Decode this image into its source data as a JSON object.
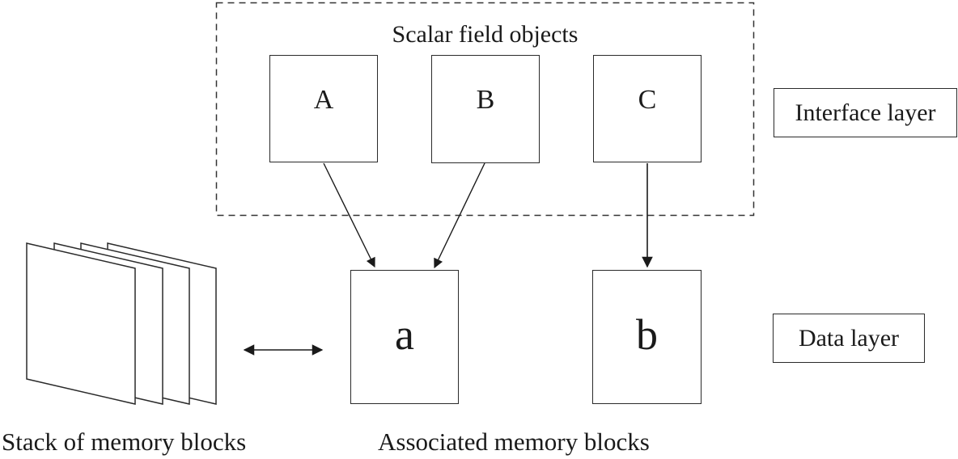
{
  "diagram": {
    "title": "Scalar field objects",
    "colors": {
      "line": "#1a1a1a",
      "border": "#2a2a2a",
      "background": "#ffffff"
    },
    "interface_layer": {
      "label": "Interface layer",
      "objects": [
        {
          "label": "A"
        },
        {
          "label": "B"
        },
        {
          "label": "C"
        }
      ]
    },
    "data_layer": {
      "label": "Data layer",
      "blocks": [
        {
          "label": "a"
        },
        {
          "label": "b"
        }
      ]
    },
    "captions": {
      "stack": "Stack of memory blocks",
      "associated": "Associated memory blocks"
    },
    "stack": {
      "sheet_count": 4
    },
    "connections": [
      {
        "from": "A",
        "to": "a",
        "type": "arrow"
      },
      {
        "from": "B",
        "to": "a",
        "type": "arrow"
      },
      {
        "from": "C",
        "to": "b",
        "type": "arrow"
      },
      {
        "from": "stack-of-memory-blocks",
        "to": "a",
        "type": "double-arrow"
      }
    ]
  }
}
